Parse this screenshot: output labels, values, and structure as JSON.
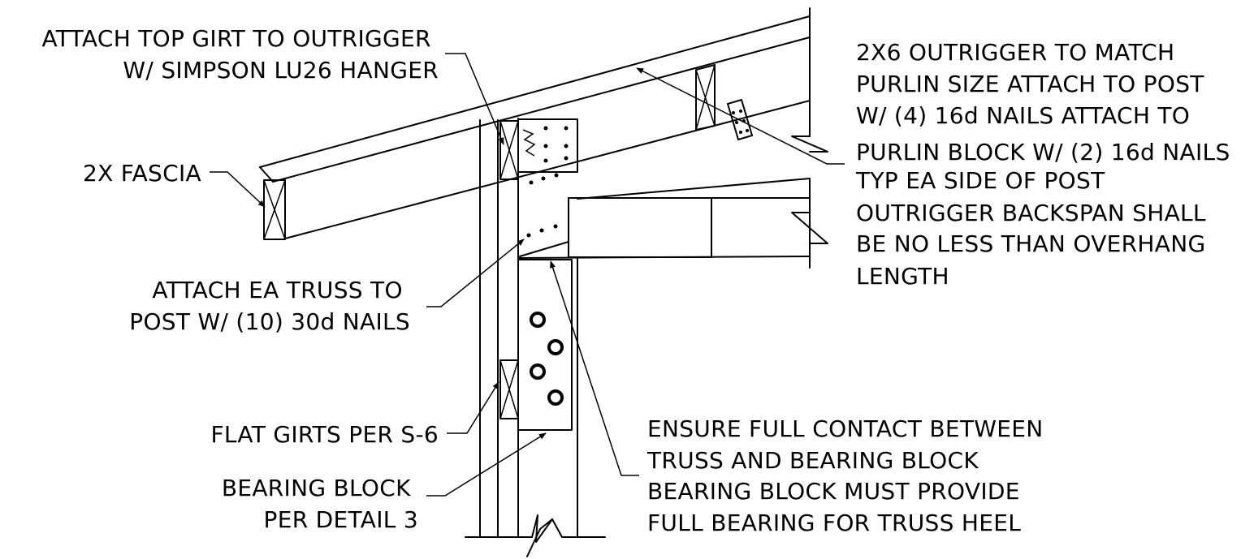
{
  "notes": {
    "top_girt": [
      "ATTACH TOP GIRT TO OUTRIGGER",
      "W/ SIMPSON LU26 HANGER"
    ],
    "fascia": [
      "2X FASCIA"
    ],
    "outrigger": [
      "2X6 OUTRIGGER TO MATCH",
      "PURLIN SIZE ATTACH TO POST",
      "W/ (4) 16d NAILS ATTACH TO",
      "PURLIN BLOCK W/ (2) 16d NAILS",
      "TYP EA SIDE OF POST",
      "OUTRIGGER BACKSPAN SHALL",
      "BE NO LESS THAN OVERHANG",
      "LENGTH"
    ],
    "truss_attach": [
      "ATTACH EA TRUSS TO",
      "POST W/ (10) 30d NAILS"
    ],
    "flat_girts": [
      "FLAT GIRTS PER S-6"
    ],
    "bearing_block": [
      "BEARING BLOCK",
      "PER DETAIL 3"
    ],
    "contact": [
      "ENSURE FULL CONTACT BETWEEN",
      "TRUSS AND BEARING BLOCK",
      "BEARING BLOCK MUST PROVIDE",
      "FULL BEARING FOR TRUSS HEEL"
    ]
  }
}
